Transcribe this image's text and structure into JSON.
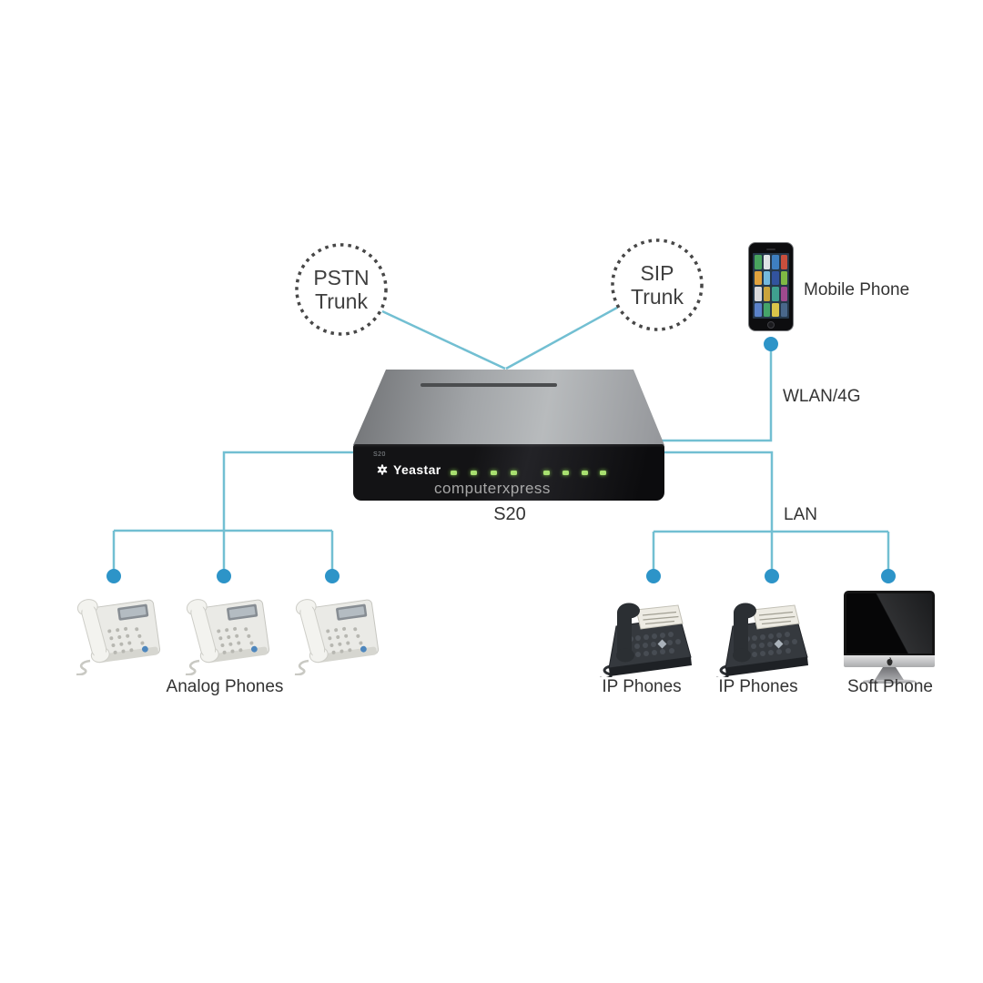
{
  "watermark": "computerxpress",
  "trunks": {
    "pstn": {
      "line1": "PSTN",
      "line2": "Trunk"
    },
    "sip": {
      "line1": "SIP",
      "line2": "Trunk"
    }
  },
  "pbx": {
    "brand": "Yeastar",
    "model": "S20",
    "model_print": "S20",
    "led_count": 8
  },
  "connections": {
    "wlan": "WLAN/4G",
    "lan": "LAN"
  },
  "endpoints": {
    "mobile": "Mobile Phone",
    "analog": "Analog Phones",
    "ip1": "IP Phones",
    "ip2": "IP Phones",
    "soft": "Soft Phone"
  },
  "colors": {
    "line": "#72bfd2",
    "dot": "#2d94c8",
    "led_green": "#a8e070",
    "label_text": "#333333",
    "circle_border": "#474747"
  }
}
